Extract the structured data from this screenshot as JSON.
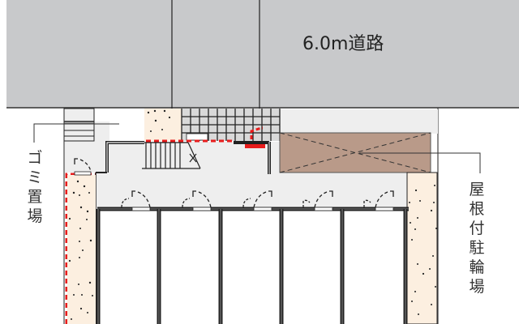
{
  "road": {
    "label": "6.0m道路",
    "fill": "#c8c9cb"
  },
  "labels": {
    "garbage_area": [
      "ゴ",
      "ミ",
      "置",
      "場"
    ],
    "covered_bicycle_parking": [
      "屋",
      "根",
      "付",
      "駐",
      "輪",
      "場"
    ]
  },
  "colors": {
    "road": "#c8c9cb",
    "corridor": "#eeeeee",
    "planting": "#fcefe0",
    "bike_roof": "#b99a89",
    "boundary_dash": "#e81c1c",
    "wall": "#222222",
    "unit_floor": "#ffffff"
  },
  "units": {
    "count": 5,
    "door_labels": [
      "unit-1-door",
      "unit-2-door",
      "unit-3-door",
      "unit-4-door",
      "unit-5-door"
    ]
  }
}
